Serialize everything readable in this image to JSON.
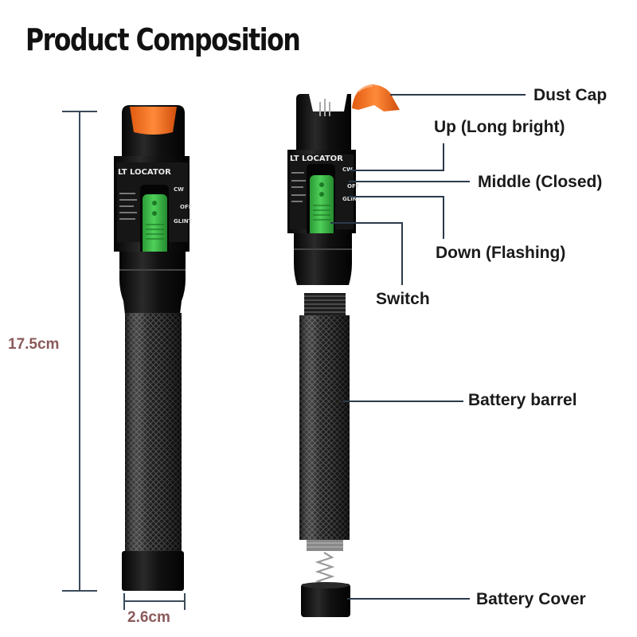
{
  "title": "Product Composition",
  "dimensions": {
    "height": "17.5cm",
    "width": "2.6cm"
  },
  "device": {
    "brand_text": "LT LOCATOR",
    "switch_marks": [
      "CW",
      "OFF",
      "GLINT"
    ]
  },
  "labels": {
    "dust_cap": "Dust Cap",
    "up": "Up (Long bright)",
    "middle": "Middle (Closed)",
    "down": "Down (Flashing)",
    "switch": "Switch",
    "battery_barrel": "Battery barrel",
    "battery_cover": "Battery Cover"
  },
  "colors": {
    "cap_orange": "#f26a21",
    "switch_green": "#3fc04a",
    "body_black": "#141414",
    "dimension_line": "#3a4a5a",
    "dimension_text": "#8b5a5a"
  }
}
